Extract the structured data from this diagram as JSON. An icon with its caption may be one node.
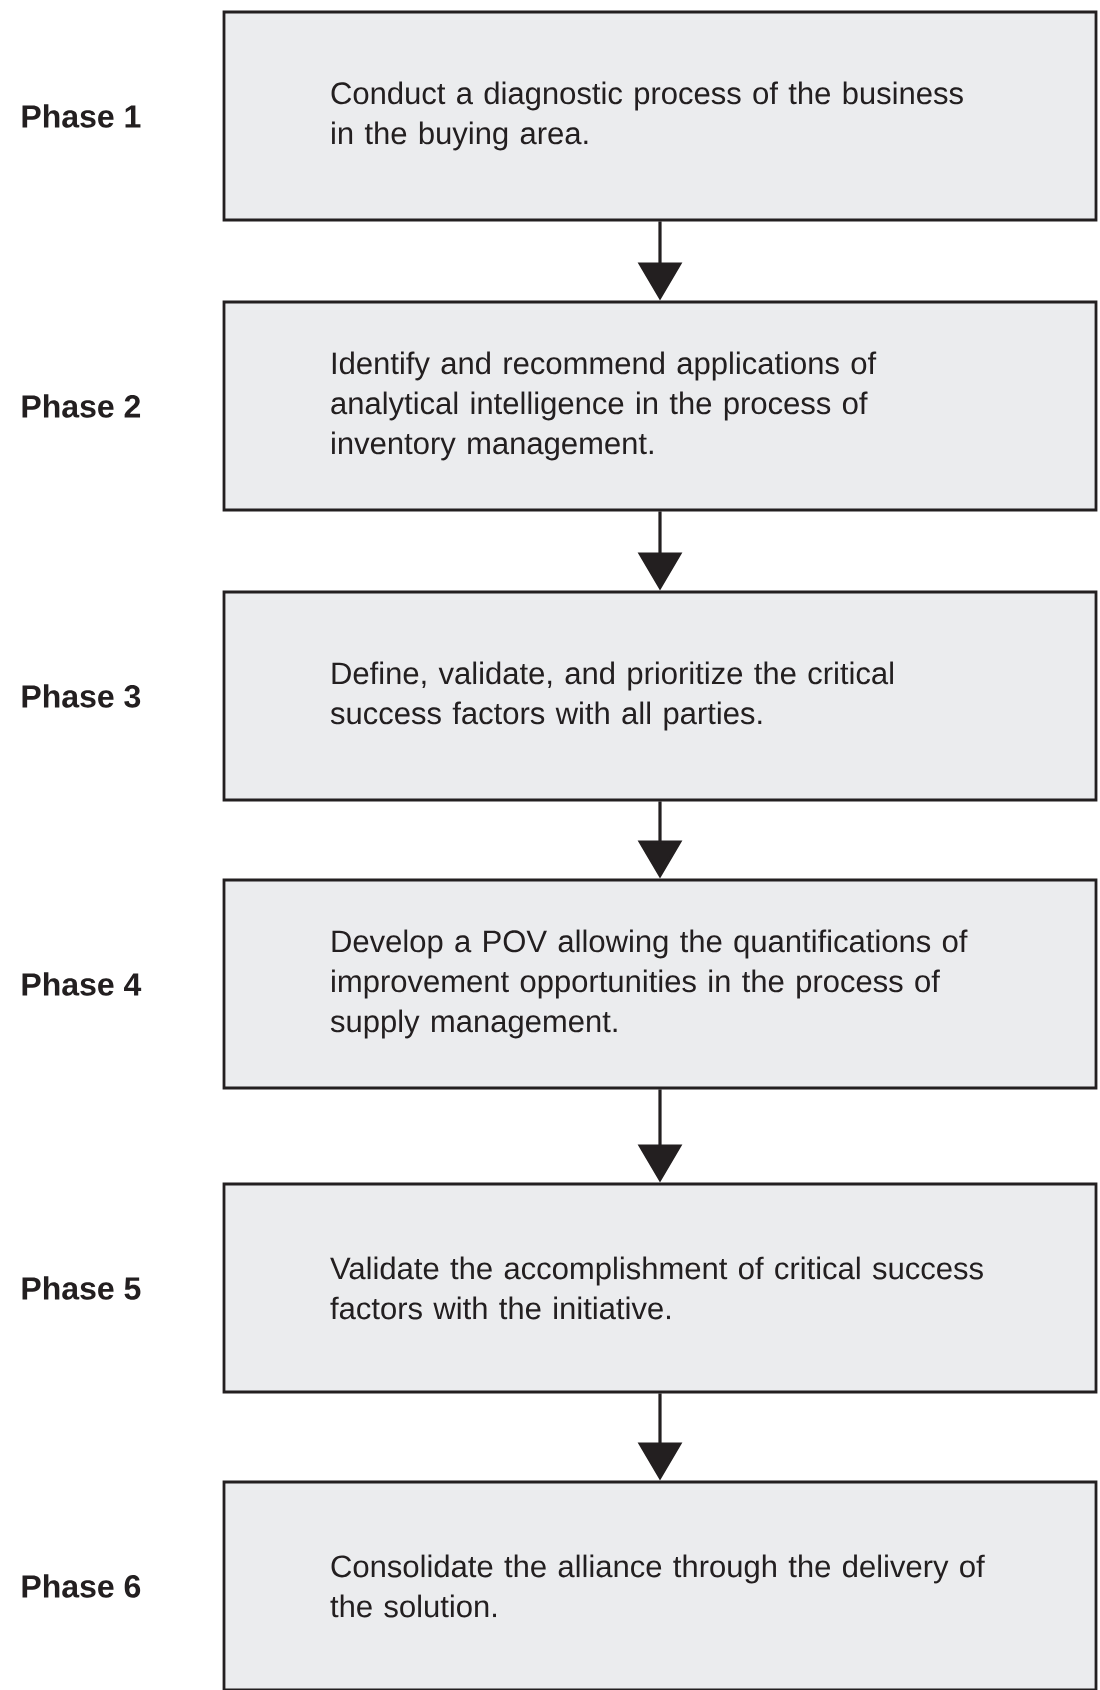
{
  "diagram": {
    "nodes": [
      {
        "text": [
          "Conduct a diagnostic process of the business in the buying area."
        ],
        "beside": [
          "Phase 1"
        ]
      },
      {
        "text": [
          "Identify and recommend applications of analytical intelligence in the process of inventory management."
        ],
        "beside": [
          "Phase 2"
        ]
      },
      {
        "text": [
          "Define, validate, and prioritize the critical success factors with all parties."
        ],
        "beside": [
          "Phase 3"
        ]
      },
      {
        "text": [
          "Develop a POV allowing the quantifications of improvement opportunities in the process of supply management."
        ],
        "beside": [
          "Phase 4"
        ]
      },
      {
        "text": [
          "Validate the accomplishment of critical success factors with the initiative."
        ],
        "beside": [
          "Phase 5"
        ]
      },
      {
        "text": [
          "Consolidate the alliance through the delivery of the solution."
        ],
        "beside": [
          "Phase 6"
        ]
      }
    ],
    "edges": [
      {
        "from": 0,
        "to": 1,
        "arrow": "to"
      },
      {
        "from": 1,
        "to": 2,
        "arrow": "to"
      },
      {
        "from": 2,
        "to": 3,
        "arrow": "to"
      },
      {
        "from": 3,
        "to": 4,
        "arrow": "to"
      },
      {
        "from": 4,
        "to": 5,
        "arrow": "to"
      }
    ]
  }
}
